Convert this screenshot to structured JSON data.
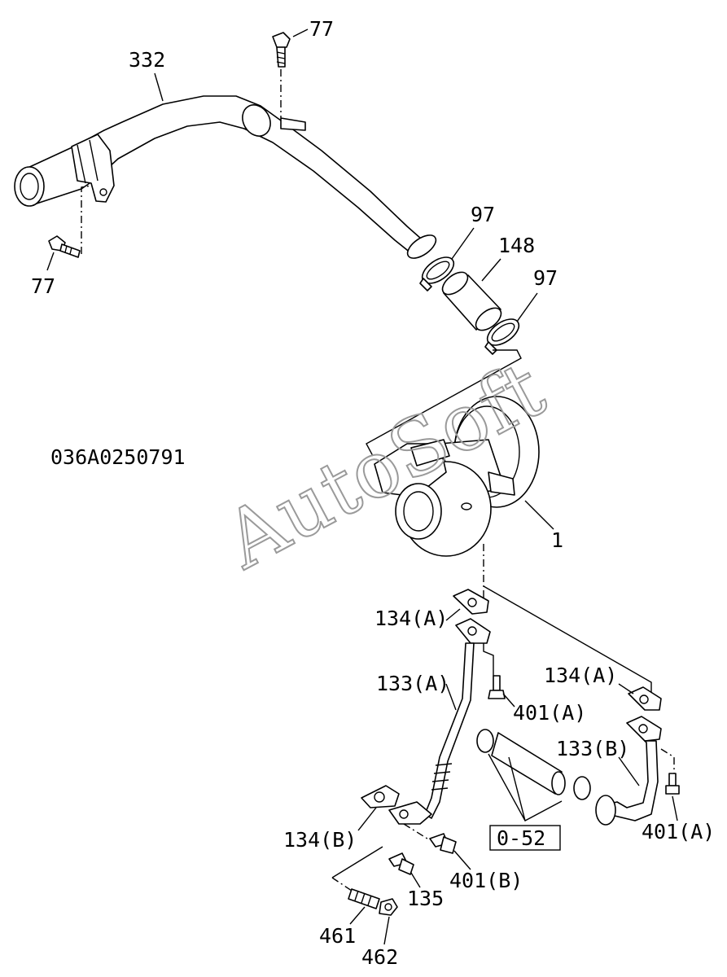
{
  "drawing_code": "036A0250791",
  "watermark": "AutoSoft",
  "labels": {
    "l77_top": "77",
    "l332": "332",
    "l77_left": "77",
    "l97_a": "97",
    "l148": "148",
    "l97_b": "97",
    "l1": "1",
    "l134a_1": "134(A)",
    "l133a": "133(A)",
    "l134a_2": "134(A)",
    "l401a_1": "401(A)",
    "l133b": "133(B)",
    "l401a_2": "401(A)",
    "l134b": "134(B)",
    "l052": "0-52",
    "l401b": "401(B)",
    "l135": "135",
    "l461": "461",
    "l462": "462"
  }
}
